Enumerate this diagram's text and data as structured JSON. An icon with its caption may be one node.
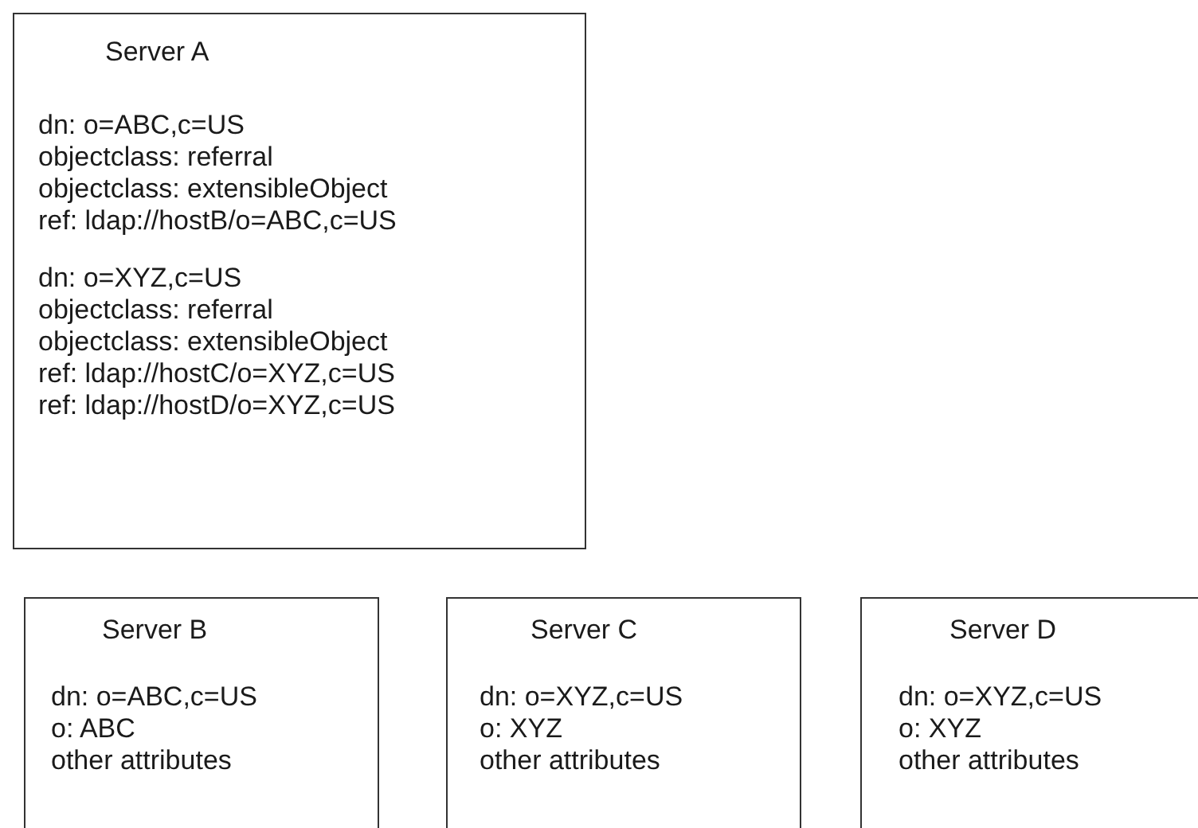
{
  "diagram": {
    "nodes": [
      {
        "text": [
          "Server A",
          "dn: o=ABC,c=US",
          "objectclass: referral",
          "objectclass: extensibleObject",
          "ref: ldap://hostB/o=ABC,c=US",
          "dn: o=XYZ,c=US",
          "objectclass: referral",
          "objectclass: extensibleObject",
          "ref: ldap://hostC/o=XYZ,c=US",
          "ref: ldap://hostD/o=XYZ,c=US"
        ]
      },
      {
        "text": [
          "Server B",
          "dn: o=ABC,c=US",
          "o: ABC",
          "other attributes"
        ]
      },
      {
        "text": [
          "Server C",
          "dn: o=XYZ,c=US",
          "o: XYZ",
          "other attributes"
        ]
      },
      {
        "text": [
          "Server D",
          "dn: o=XYZ,c=US",
          "o: XYZ",
          "other attributes"
        ]
      }
    ],
    "edges": []
  }
}
